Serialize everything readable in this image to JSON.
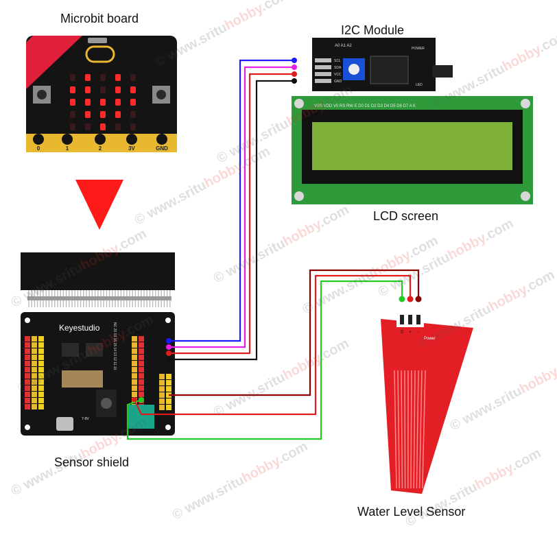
{
  "labels": {
    "microbit": "Microbit board",
    "i2c": "I2C Module",
    "lcd": "LCD screen",
    "shield": "Sensor shield",
    "water": "Water Level Sensor"
  },
  "watermark": {
    "copyright": "©",
    "prefix": "www.sritu",
    "brand": "hobby",
    "suffix": ".com"
  },
  "microbit_board": {
    "pins": [
      "0",
      "1",
      "2",
      "3V",
      "GND"
    ]
  },
  "sensor_shield": {
    "brand": "Keyestudio",
    "voltage_label": "7-9V",
    "pin_row_labels": "NC 20 19 16 15 14 13 12 11 10"
  },
  "i2c_module": {
    "pins": [
      "SCL",
      "SDA",
      "VCC",
      "GND"
    ],
    "header_text": "A0 A1 A2",
    "power_label": "POWER",
    "led_label": "LED"
  },
  "lcd_screen": {
    "pin_header": "VSS VDD V0 RS RW E D0 D1 D2 D3 D4 D5 D6 D7 A K"
  },
  "water_sensor": {
    "pins": [
      "S",
      "+",
      "-"
    ],
    "power_label": "Power"
  },
  "colors": {
    "wire_scl": "#1a1aff",
    "wire_sda": "#e61ee6",
    "wire_vcc": "#e01b1b",
    "wire_gnd": "#111111",
    "wire_water_signal": "#22cc22",
    "wire_water_vcc": "#e01b1b",
    "wire_water_gnd": "#8b0000",
    "arrow": "#ff1a1a",
    "lcd_green": "#2e9a3a",
    "lcd_screen": "#7fb03a",
    "sensor_red": "#e31e24",
    "pcb_black": "#141414"
  }
}
